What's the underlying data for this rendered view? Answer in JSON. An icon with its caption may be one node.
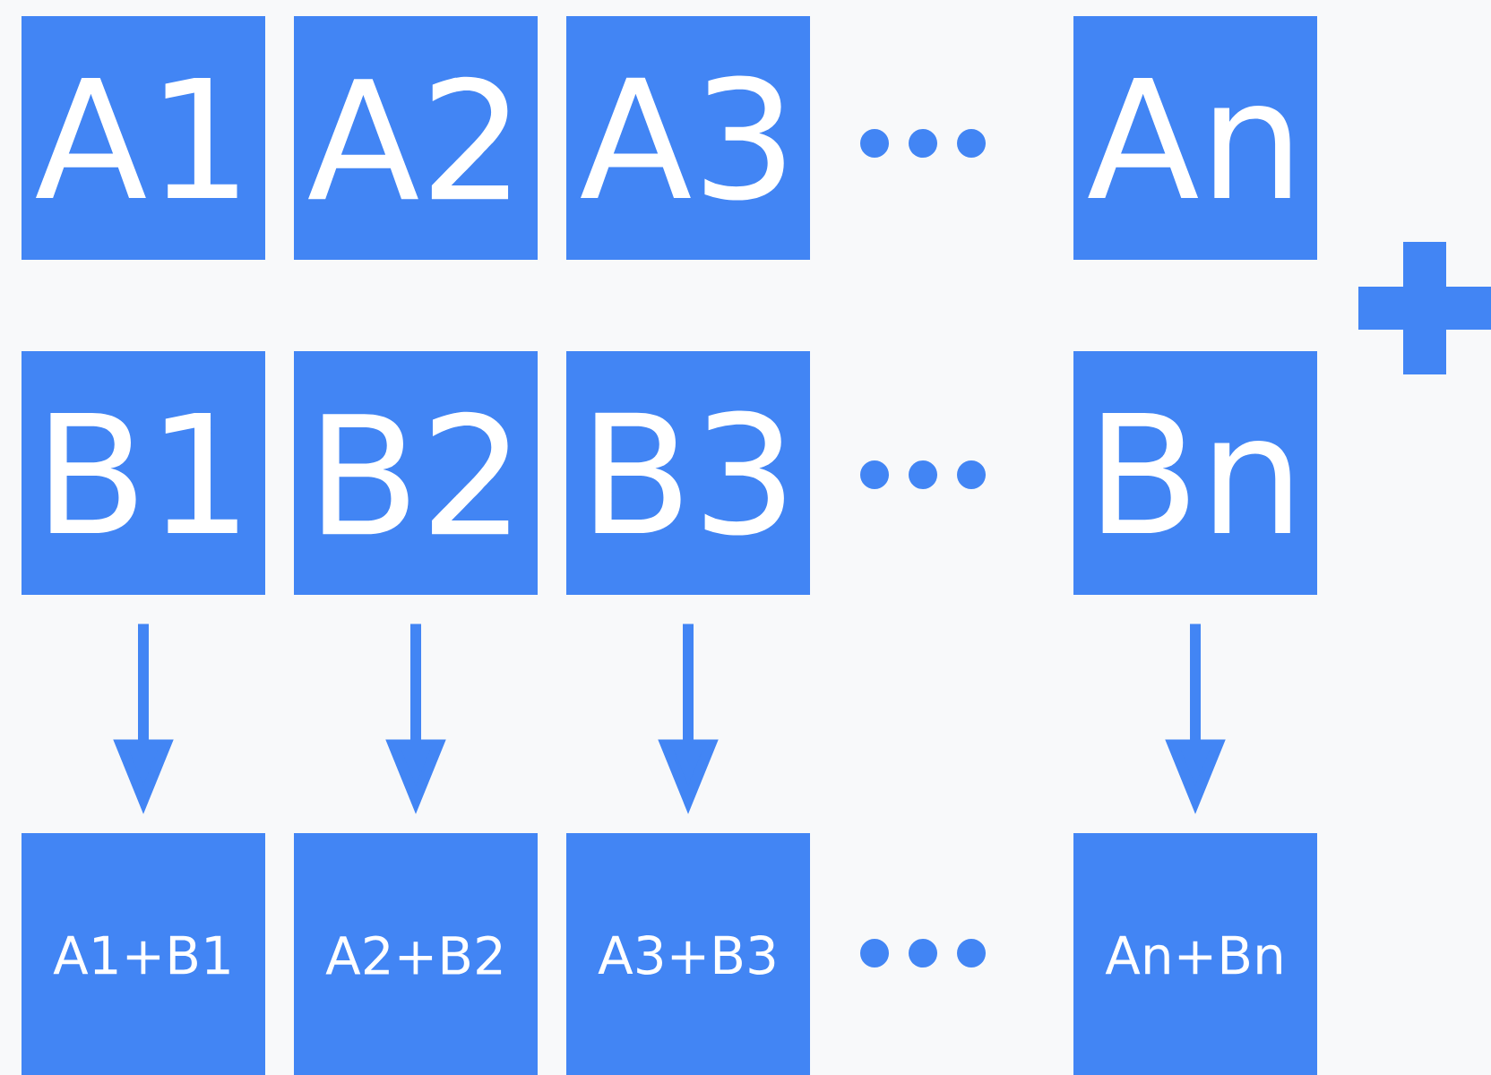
{
  "diagram": {
    "nodes": [
      {
        "text": [
          "A1"
        ]
      },
      {
        "text": [
          "A2"
        ]
      },
      {
        "text": [
          "A3"
        ]
      },
      {
        "text": [
          "An"
        ]
      },
      {
        "text": [
          "B1"
        ]
      },
      {
        "text": [
          "B2"
        ]
      },
      {
        "text": [
          "B3"
        ]
      },
      {
        "text": [
          "Bn"
        ]
      },
      {
        "text": [
          "A1+B1"
        ]
      },
      {
        "text": [
          "A2+B2"
        ]
      },
      {
        "text": [
          "A3+B3"
        ]
      },
      {
        "text": [
          "An+Bn"
        ]
      }
    ],
    "edges": [
      {
        "from": 4,
        "to": 8,
        "arrow": "to"
      },
      {
        "from": 5,
        "to": 9,
        "arrow": "to"
      },
      {
        "from": 6,
        "to": 10,
        "arrow": "to"
      },
      {
        "from": 7,
        "to": 11,
        "arrow": "to"
      }
    ]
  }
}
